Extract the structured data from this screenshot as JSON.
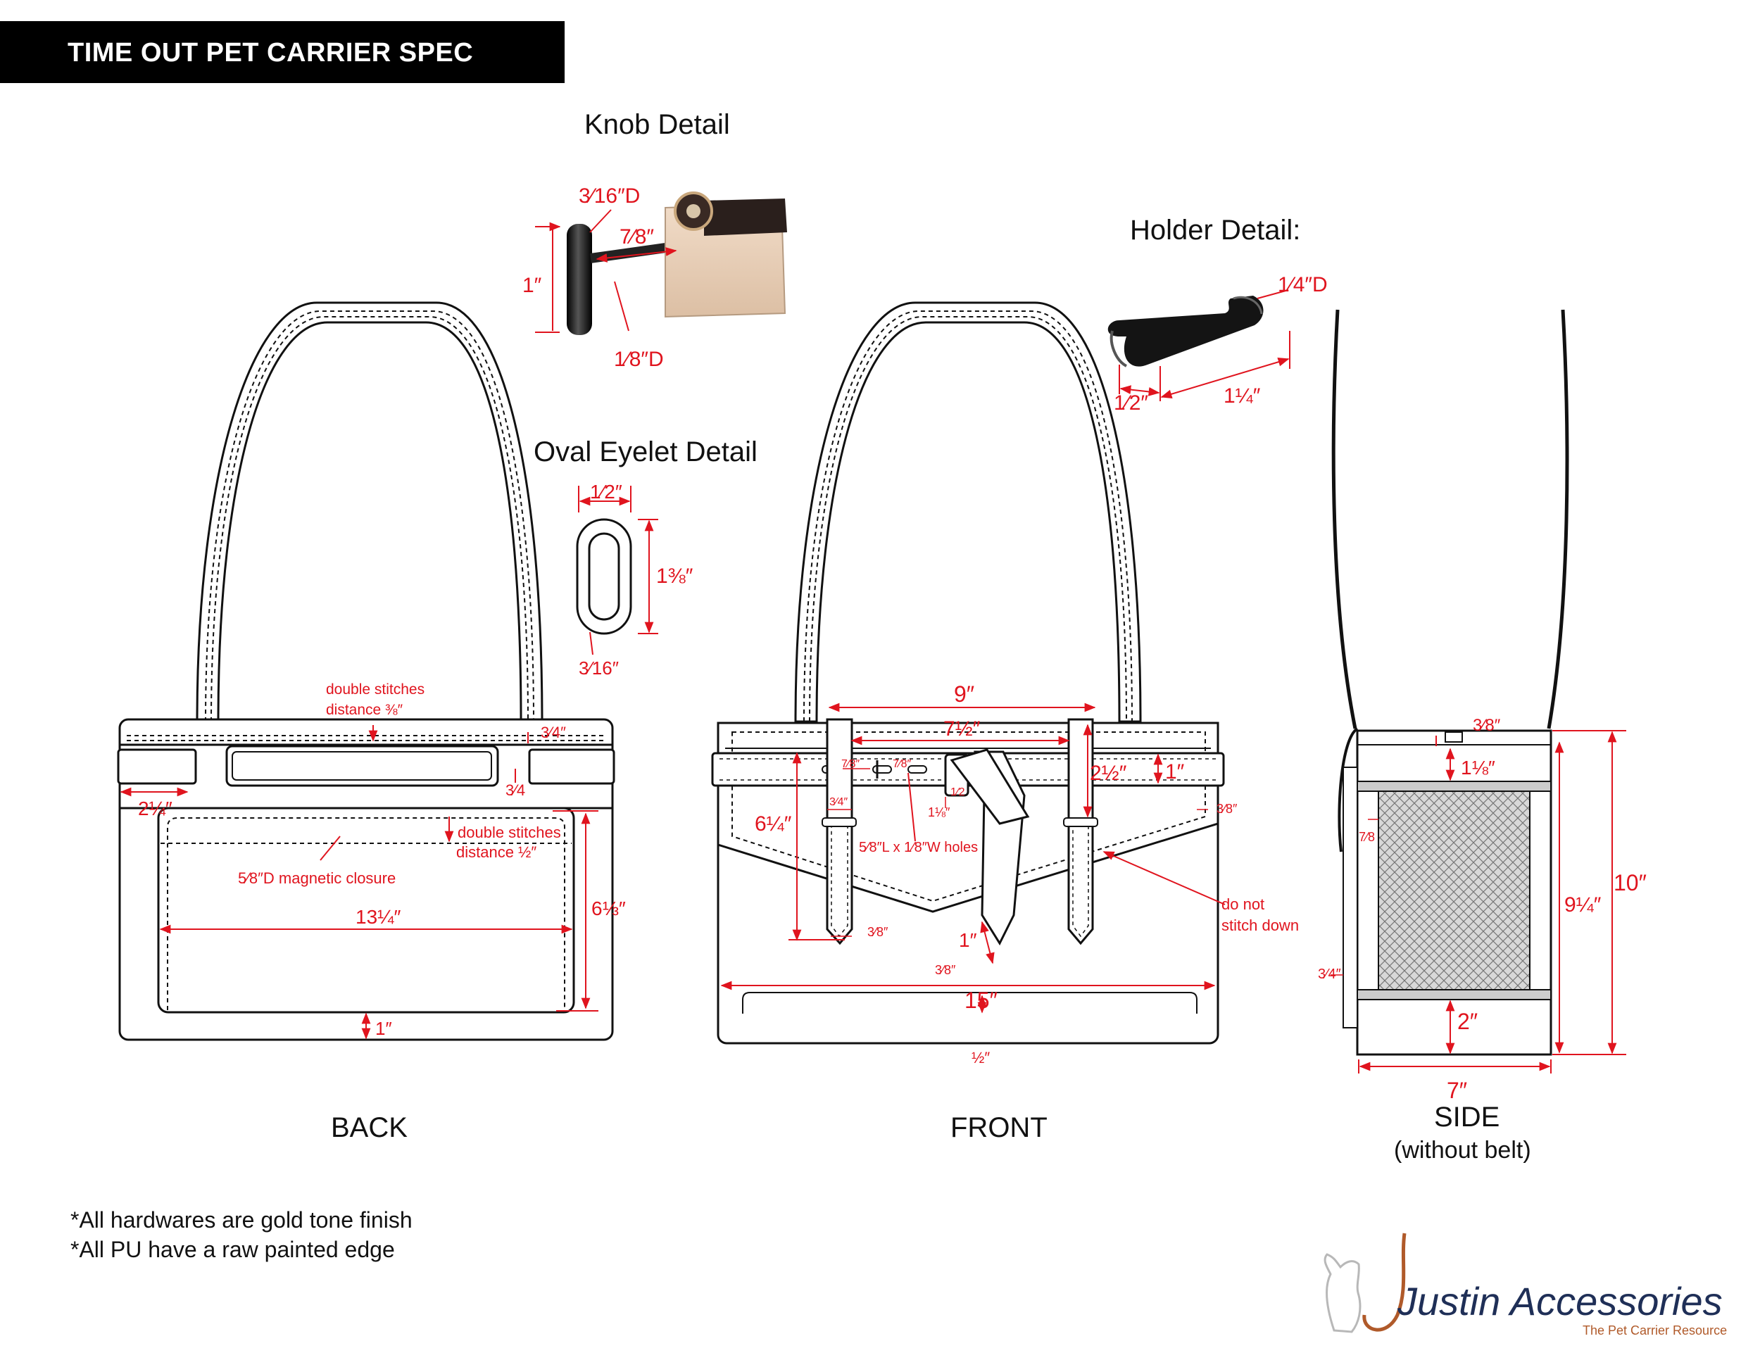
{
  "title": "TIME OUT PET CARRIER SPEC",
  "colors": {
    "ink": "#111111",
    "dimension": "#e0141e",
    "brand_script": "#1f2f57",
    "brand_accent": "#b05a2a",
    "mesh": "#b8b8b8"
  },
  "details": {
    "knob": {
      "heading": "Knob Detail",
      "dims": [
        "3⁄16″D",
        "7⁄8″",
        "1″",
        "1⁄8″D"
      ]
    },
    "holder": {
      "heading": "Holder Detail:",
      "dims": [
        "1⁄4″D",
        "1⁄2″",
        "1¼″"
      ]
    },
    "eyelet": {
      "heading": "Oval Eyelet Detail",
      "dims": [
        "1⁄2″",
        "1⅜″",
        "3⁄16″"
      ]
    }
  },
  "views": {
    "back": {
      "label": "BACK",
      "notes": [
        "double stitches",
        "distance ⅜″",
        "double stitches",
        "distance ½″",
        "5⁄8″D magnetic closure"
      ],
      "dims": [
        "3⁄4″",
        "3⁄4",
        "2¼″",
        "13¼″",
        "6⅓″",
        "1″"
      ]
    },
    "front": {
      "label": "FRONT",
      "notes": [
        "5⁄8″L x 1⁄8″W holes",
        "do not",
        "stitch down"
      ],
      "dims": [
        "9″",
        "7½″",
        "2½″",
        "1″",
        "6¼″",
        "7⁄8″",
        "7⁄8″",
        "3⁄4″",
        "1⅛″",
        "1⁄2",
        "3⁄8″",
        "3⁄8″",
        "1″",
        "3⁄8″",
        "15″",
        "½″"
      ]
    },
    "side": {
      "label": "SIDE",
      "sublabel": "(without belt)",
      "dims": [
        "3⁄8″",
        "1⅛″",
        "7⁄8",
        "9¼″",
        "10″",
        "3⁄4″",
        "2″",
        "7″"
      ]
    }
  },
  "footnotes": [
    "*All hardwares are gold tone finish",
    "*All PU have a raw painted edge"
  ],
  "brand": {
    "name": "Justin Accessories",
    "tagline": "The Pet Carrier Resource",
    "logo_icon": "dog-silhouette-icon"
  }
}
